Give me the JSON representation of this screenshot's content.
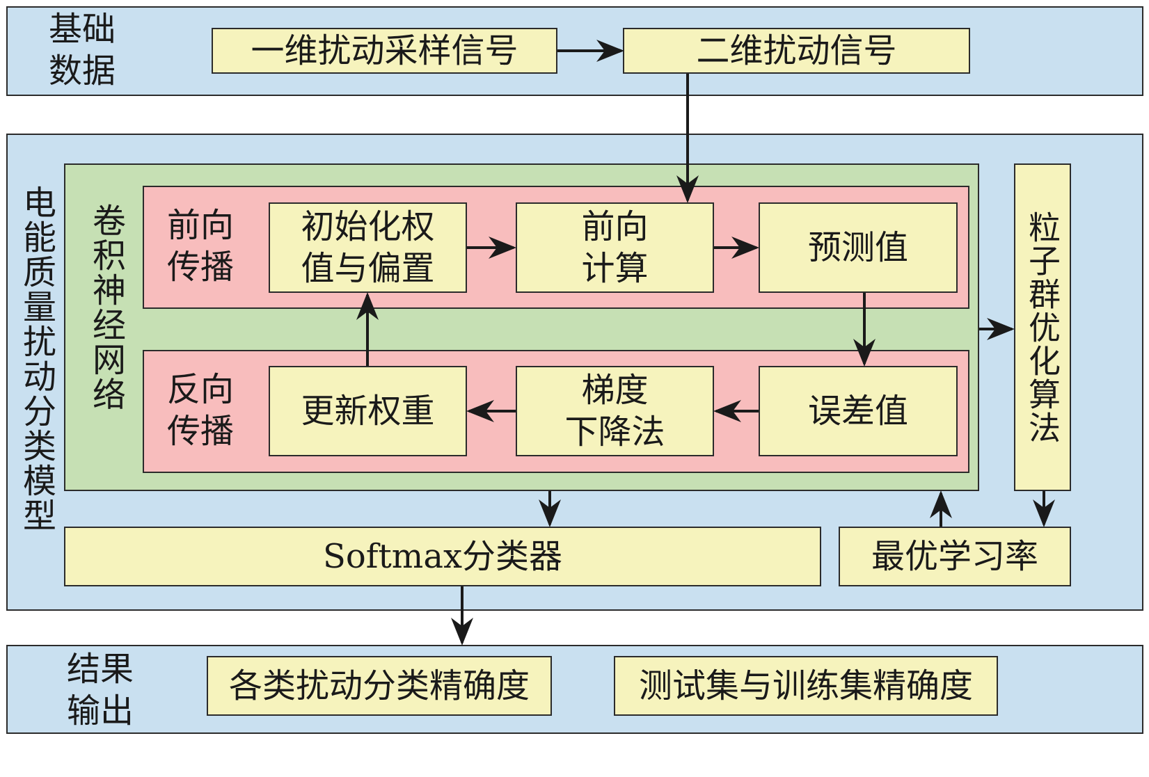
{
  "colors": {
    "section_bg": "#c9e0f0",
    "cnn_bg": "#c6e0b4",
    "propagation_bg": "#f8bdbd",
    "box_bg": "#f6f3bd",
    "line": "#1a1a1a"
  },
  "basic_data": {
    "label": "基础\n数据",
    "signal_1d": "一维扰动采样信号",
    "signal_2d": "二维扰动信号"
  },
  "model": {
    "label": "电能质量扰动分类模型",
    "cnn_label": "卷积神经网络",
    "forward": {
      "label": "前向\n传播",
      "init": "初始化权\n值与偏置",
      "compute": "前向\n计算",
      "prediction": "预测值"
    },
    "backward": {
      "label": "反向\n传播",
      "update": "更新权重",
      "gradient": "梯度\n下降法",
      "error": "误差值"
    },
    "pso": "粒子群优化算法",
    "softmax": "Softmax分类器",
    "best_lr": "最优学习率"
  },
  "results": {
    "label": "结果\n输出",
    "per_class": "各类扰动分类精确度",
    "test_train": "测试集与训练集精确度"
  }
}
